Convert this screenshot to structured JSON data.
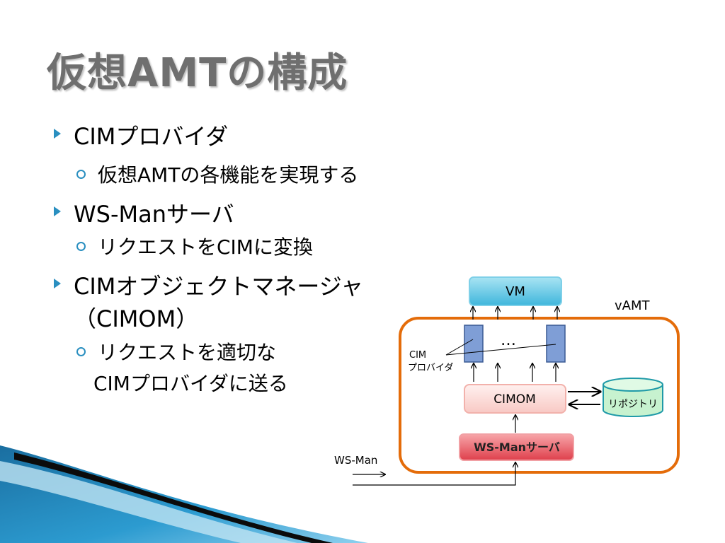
{
  "slide": {
    "title": "仮想AMTの構成",
    "bullets": [
      {
        "text": "CIMプロバイダ",
        "sub": [
          "仮想AMTの各機能を実現する"
        ]
      },
      {
        "text": "WS-Manサーバ",
        "sub": [
          "リクエストをCIMに変換"
        ]
      },
      {
        "text_lines": [
          "CIMオブジェクトマネージャ",
          "（CIMOM）"
        ],
        "sub_lines": [
          "リクエストを適切な",
          "CIMプロバイダに送る"
        ]
      }
    ]
  },
  "diagram": {
    "vm": "VM",
    "vamt": "vAMT",
    "ellipsis": "…",
    "cim_provider_label": [
      "CIM",
      "プロバイダ"
    ],
    "cimom": "CIMOM",
    "repository": "リポジトリ",
    "wsman_server": "WS-Manサーバ",
    "wsman_input": "WS-Man"
  },
  "colors": {
    "accent": "#2a8fc0",
    "vamt_border": "#e46c0a",
    "vm_fill": "#5bc8e4",
    "provider_fill": "#7f9ed6",
    "cimom_fill": "#fbd9d6",
    "wsman_fill": "#e8555f",
    "repository_fill": "#c7f2cf"
  }
}
